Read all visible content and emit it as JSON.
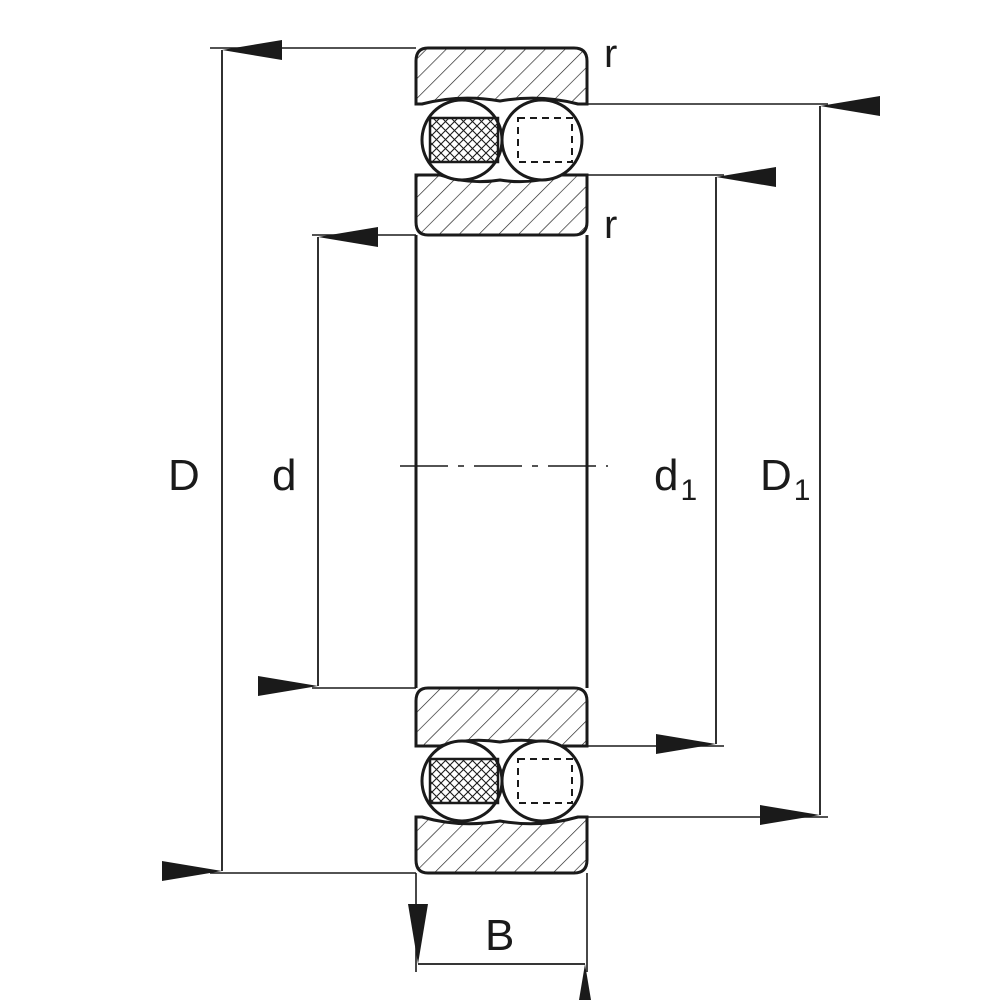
{
  "diagram": {
    "labels": {
      "outer_diameter": "D",
      "bore_diameter": "d",
      "inner_ring_shoulder": "d",
      "inner_ring_shoulder_sub": "1",
      "outer_ring_shoulder": "D",
      "outer_ring_shoulder_sub": "1",
      "width": "B",
      "radius_top": "r",
      "radius_bottom": "r"
    },
    "colors": {
      "stroke": "#1a1a1a",
      "background": "#ffffff"
    }
  }
}
